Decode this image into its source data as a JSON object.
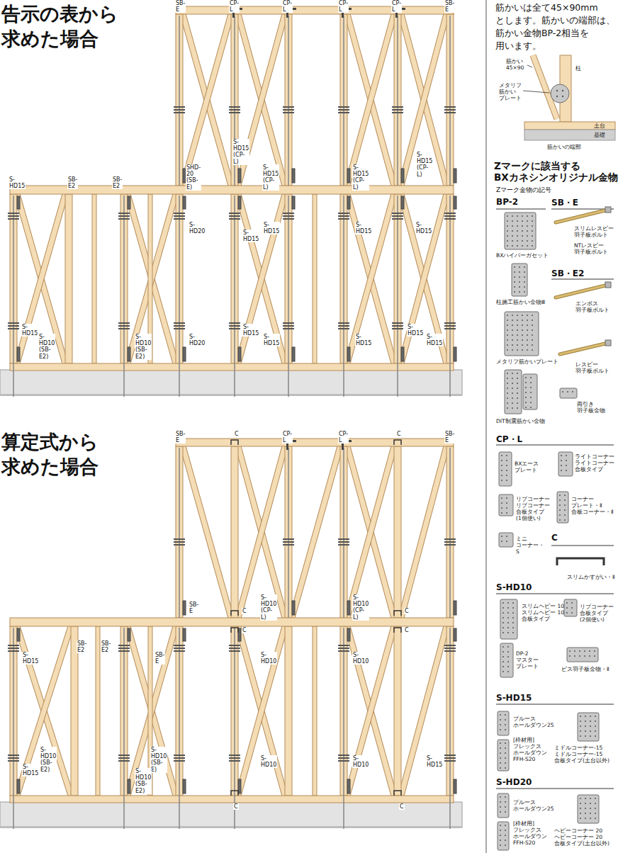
{
  "diagram": {
    "labels": [
      "告示の表から 求めた場合",
      "算定式から 求めた場合",
      "筋かいは全て45×90mm とします。筋かいの端部は、 筋かい金物BP-2相当を 用います。",
      "筋かい 45×90",
      "柱",
      "メタリフ 筋かい プレート",
      "土台",
      "基礎",
      "筋かいの端部",
      "Zマークに該当する BXカネシンオリジナル金物",
      "Zマーク金物の記号",
      "BP-2",
      "SB・E",
      "BXハイパーガセット",
      "スリムレスビー 羽子板ボルト",
      "NTレスビー 羽子板ボルト",
      "SB・E2",
      "柱施工筋かい金物Ⅲ",
      "エンボス 羽子板ボルト",
      "メタリフ筋かいプレート",
      "レスビー 羽子板ボルト",
      "両引き 羽子板金物",
      "DIT制震筋かい金物",
      "CP・L",
      "BXエース プレート",
      "ライトコーナー ライトコーナー 合板タイプ",
      "リブコーナー リブコーナー 合板タイプ (1個使い)",
      "コーナー プレート・Ⅱ 合板コーナー・Ⅱ",
      "ミニ コーナー・S",
      "C",
      "スリムかすがい・Ⅱ",
      "S-HD10",
      "スリムヘビー 10 スリムヘビー 10 合板タイプ",
      "リブコーナー 合板タイプ (2個使い)",
      "DP-2 マスター プレート",
      "ビス羽子板金物・Ⅱ",
      "S-HD15",
      "ブルース ホールダウン25",
      "[枠材用] フレックス ホールダウン FFH-S20",
      "ミドルコーナー-15 ミドルコーナー-15 合板タイプ(土台以外)",
      "S-HD20",
      "ブルース ホールダウン25",
      "[枠材用] フレックス ホールダウン FFH-S20",
      "ヘビーコーナー 20 ヘビーコーナー 20 合板タイプ(土台以外)",
      "SB-E",
      "CP-L",
      "CP-L",
      "CP-L",
      "CP-L",
      "SB-E",
      "S-HD15 (CP-L)",
      "SHD-20 (SB-E)",
      "S-HD15 (CP-L)",
      "S-HD15 (CP-L)",
      "S-HD15 (CP-L)",
      "S-HD15",
      "SB-E2",
      "SB-E2",
      "S-HD20",
      "S-HD15",
      "S-HD15",
      "S-HD15",
      "S-HD15",
      "S-HD15",
      "S-HD10 (SB-E2)",
      "S-HD10 (SB-E2)",
      "S-HD20",
      "S-HD15",
      "S-HD15",
      "S-HD15",
      "S-HD15",
      "S-HD15",
      "SB-E",
      "C",
      "CP-L",
      "CP-L",
      "C",
      "SB-E",
      "S-HD10 (CP-L)",
      "S-HD10 (CP-L)",
      "SB-E",
      "C",
      "C",
      "C",
      "C",
      "SB-E2",
      "SB-E2",
      "SB-E",
      "S-HD15",
      "S-HD10",
      "S-HD10",
      "S-HD10 (SB-E2)",
      "S-HD10 (SB-E)",
      "S-HD15",
      "S-HD10 (SB-E2)",
      "S-HD10",
      "S-HD10",
      "S-HD15",
      "C",
      "C"
    ]
  }
}
